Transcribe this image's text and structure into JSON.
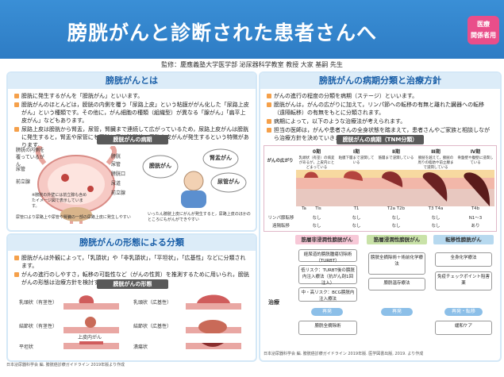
{
  "header": {
    "title": "膀胱がんと診断された患者さんへ",
    "badge_line1": "医療",
    "badge_line2": "関係者用",
    "supervisor": "監修：慶應義塾大学医学部 泌尿器科学教室 教授 大家 基嗣 先生"
  },
  "about": {
    "heading": "膀胱がんとは",
    "bullets": [
      "膀胱に発生するがんを「膀胱がん」といいます。",
      "膀胱がんのほとんどは，膀胱の内側を覆う「尿路上皮」という粘膜ががん化した「尿路上皮がん」という種類です。その他に，がん細胞の種類（組織型）が異なる「腺がん」「扁平上皮がん」などもあります。",
      "尿路上皮は膀胱から腎盂，尿管，腎臓まで連続して広がっているため，尿路上皮がんは膀胱に発生すると，腎盂や尿管にも同時に又は時間差で尿路上皮がんが発生するという特徴があります。"
    ],
    "figure_title": "膀胱がんの病期",
    "figure_labels": {
      "left1": "膀胱の内側を覆っているがん",
      "left2": "尿管",
      "left3": "前立腺",
      "mid1": "膀胱",
      "mid2": "尿管",
      "mid3": "膀胱口",
      "mid4": "尿道",
      "mid5": "前立腺",
      "note": "※膀胱の外壁には前立腺も含めたイメージ図で表示しています。",
      "bottom_left": "尿管口より尿路上や尿管や腎臓の一部の尿路上皮に発生しやすい",
      "bottom_right": "いったん膀胱上皮にがんが発生すると，尿路上皮のほかのところにもがんができやすい",
      "bubble1": "膀胱がん",
      "bubble2": "腎盂がん",
      "bubble3": "尿管がん"
    }
  },
  "morph": {
    "heading": "膀胱がんの形態による分類",
    "bullets": [
      "膀胱がんは外観によって，「乳頭状」や「非乳頭状」，「平坦状」，「広基性」などに分類されます。",
      "がんの進行のしやすさ，転移の可能性など（がんの性質）を推測するために用いられ，膀胱がんの形態は治療方針を検討するうえで重要な情報です。"
    ],
    "figure_title": "膀胱がんの形態",
    "rows": [
      {
        "left": "乳頭状（有茎性）",
        "right": "乳頭状（広基性）"
      },
      {
        "left": "結節状（有茎性）",
        "right": "結節状（広基性）"
      },
      {
        "left": "平坦状",
        "mid": "上皮内がん",
        "right": "潰瘍状"
      }
    ]
  },
  "staging": {
    "heading": "膀胱がんの病期分類と治療方針",
    "bullets": [
      "がんの進行の程度の分類を病期（ステージ）といいます。",
      "膀胱がんは，がんの広がりに加えて，リンパ節への転移の有無と離れた臓器への転移（遠隔転移）の有無をもとに分類されます。",
      "病期によって，以下のような治療法が考えられます。",
      "担当の医師は，がんや患者さんの全身状態を踏まえて，患者さんやご家族と相談しながら治療方針を決めていきます。"
    ],
    "table_title": "膀胱がんの病期（TNM分類）",
    "stages": [
      "0期",
      "Ⅰ期",
      "Ⅱ期",
      "Ⅲ期",
      "Ⅳ期"
    ],
    "row_label": "がんの広がり",
    "stage_desc": [
      "乳頭状（有茎）の病変があるが，上皮内にとどまっている",
      "粘膜下層まで浸潤している",
      "筋層まで浸潤している",
      "膀胱を越えて，膀胱の周りの脂肪や前立腺まで浸潤している",
      "骨盤壁や腹壁に浸潤している"
    ],
    "t_values": [
      "Ta",
      "Tis",
      "T1",
      "T2a T2b",
      "T3 T4a",
      "T4b"
    ],
    "lymph_label": "リンパ節転移",
    "lymph_values": [
      "なし",
      "なし",
      "なし",
      "なし",
      "N1〜3"
    ],
    "distant_label": "遠隔転移",
    "distant_values": [
      "なし",
      "なし",
      "なし",
      "なし",
      "あり"
    ],
    "tx_heads": [
      "筋層非浸潤性膀胱がん",
      "筋層浸潤性膀胱がん",
      "転移性膀胱がん"
    ],
    "tx_label": "治療",
    "tx_boxes": {
      "a1": "経尿道的膀胱腫瘍切除術（TURBT）",
      "a2": "低リスク：TURBT後の膀胱内注入療法（抗がん剤1回注入）",
      "a3": "中・高リスク：BCG膀胱内注入療法",
      "a4": "膀胱全摘除術",
      "b1": "膀胱全摘除術＋術前化学療法",
      "b2": "膀胱温存療法",
      "c1": "全身化学療法",
      "c2": "免疫チェックポイント阻害薬",
      "c3": "緩和ケア"
    },
    "pills": [
      "再発",
      "再発",
      "再発・転移"
    ],
    "footnote": "日本泌尿器科学会 編. 膀胱癌診療ガイドライン 2019年版. 医学図書出版, 2019. より作成"
  },
  "footer_left": "日本泌尿器科学会 編. 膀胱癌診療ガイドライン 2019年版より作成"
}
